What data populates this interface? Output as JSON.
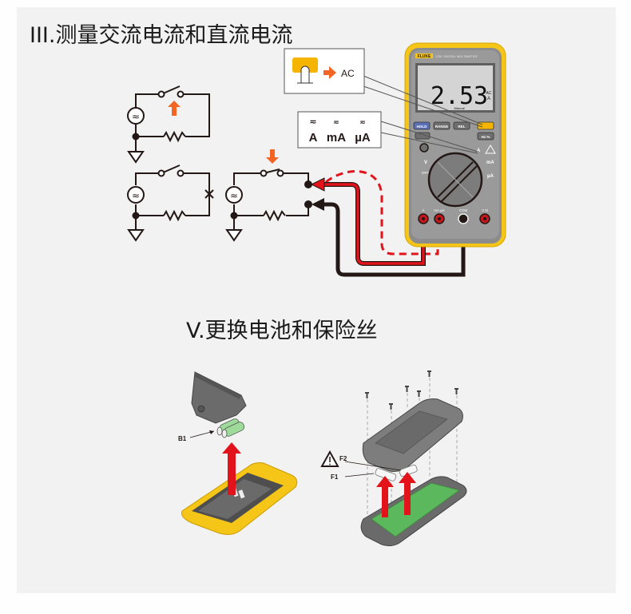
{
  "sections": [
    {
      "heading": "III.测量交流电流和直流电流"
    },
    {
      "heading": "V.更换电池和保险丝"
    }
  ],
  "callouts": {
    "button_to_mode": "AC",
    "current_symbols": [
      "A",
      "mA",
      "µA"
    ]
  },
  "multimeter": {
    "brand": "FLUKE",
    "model": "17B+ DIGITAL MULTIMETER",
    "display_value": "2.53",
    "display_unit_top": "AC",
    "display_unit_bottom": "A",
    "display_mode": "Manual",
    "buttons": [
      "HOLD",
      "RANGE",
      "REL",
      "",
      "Hz %"
    ],
    "dial_labels": [
      "OFF",
      "V",
      "mA",
      "µA",
      "A"
    ],
    "jacks": [
      "A",
      "mA µA",
      "COM",
      "V Ω"
    ],
    "colors": {
      "body": "#f5c518",
      "case": "#8a8a8a",
      "accent_button": "#f5b400",
      "hold_button": "#5b6fb5"
    }
  },
  "battery_diagram": {
    "label": "B1"
  },
  "fuse_diagram": {
    "labels": [
      "F2",
      "F1"
    ],
    "warning_icon": "warning-triangle-icon"
  },
  "colors": {
    "arrow_orange": "#f26522",
    "lead_red": "#e3131b",
    "lead_black": "#231815",
    "arrow_red": "#e3131b"
  }
}
